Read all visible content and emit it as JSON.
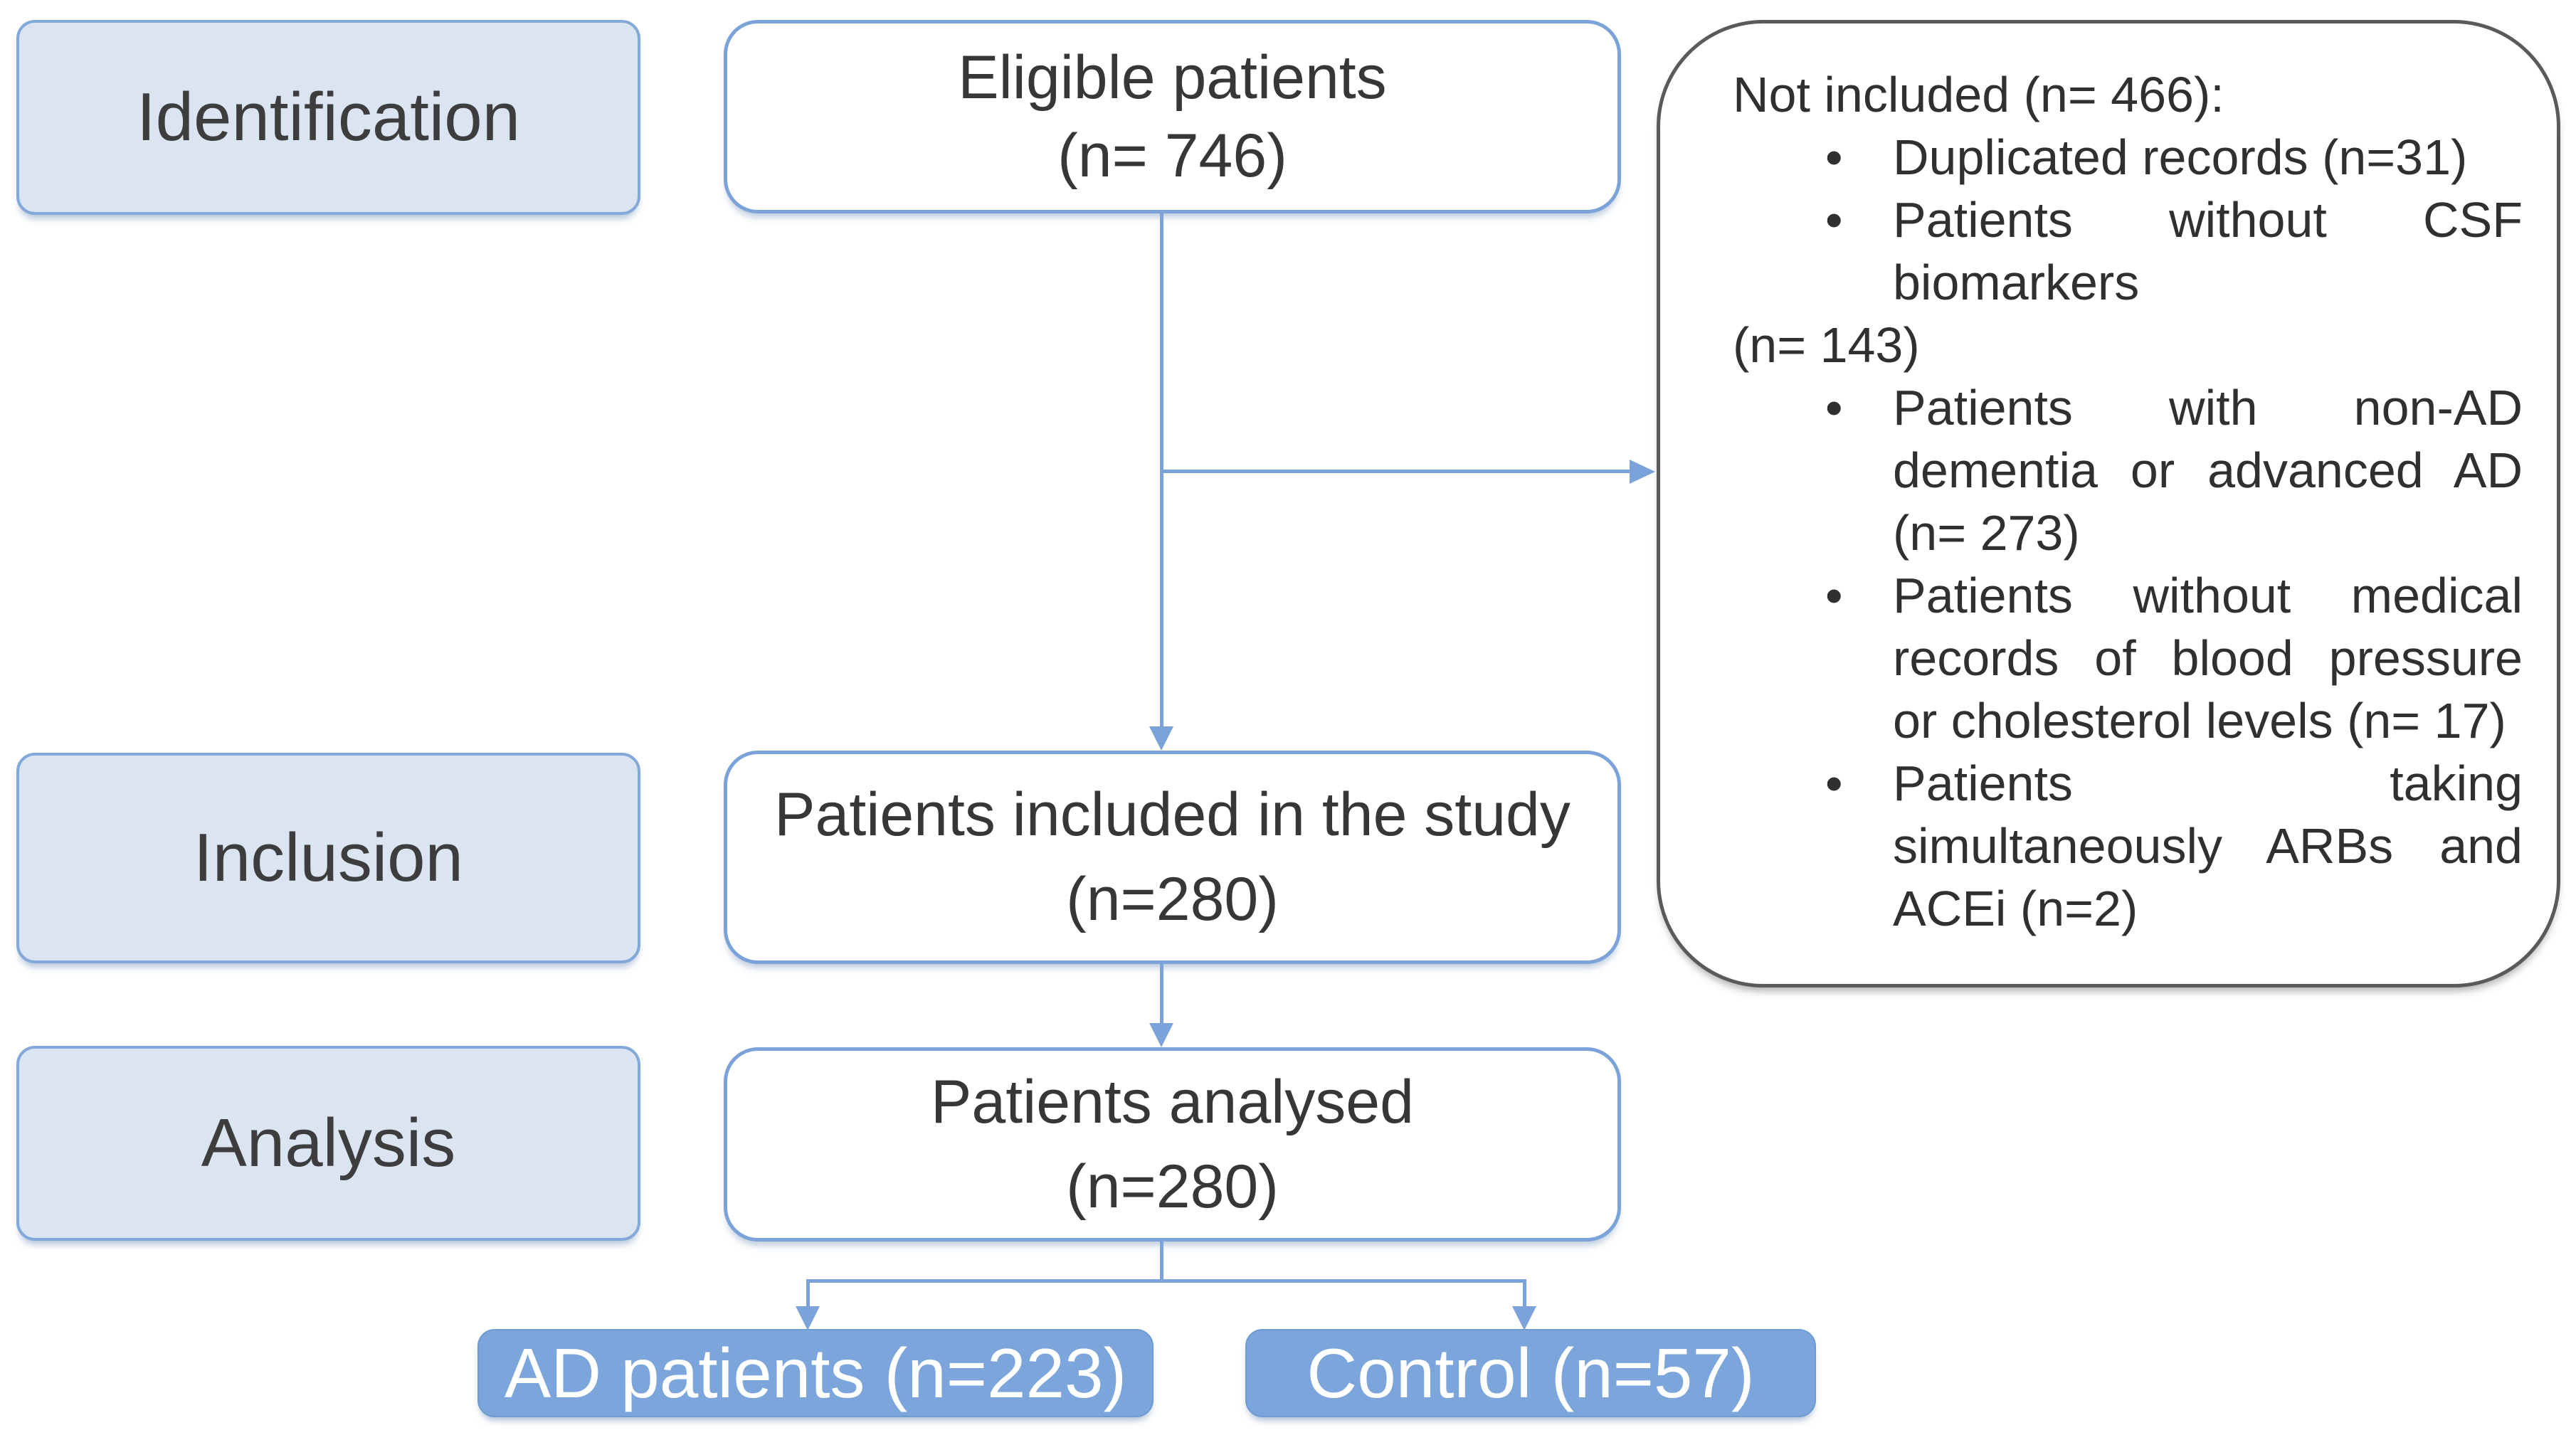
{
  "colors": {
    "connector_blue": "#7BA3D9",
    "stage_fill": "#DBE5F2",
    "stage_border": "#82A9DA",
    "node_border": "#7BA3D9",
    "end_box_fill": "#7CA6DB",
    "panel_border": "#5A5A5A",
    "text_dark": "#373737",
    "end_box_text": "#FFFFFF"
  },
  "stages": {
    "identification": "Identification",
    "inclusion": "Inclusion",
    "analysis": "Analysis"
  },
  "flow": {
    "eligible": {
      "title": "Eligible patients",
      "count": "(n= 746)"
    },
    "included": {
      "title": "Patients included in the study",
      "count": "(n=280)"
    },
    "analysed": {
      "title": "Patients analysed",
      "count": "(n=280)"
    },
    "ad_group": "AD patients (n=223)",
    "control_group": "Control (n=57)"
  },
  "exclusions": {
    "header": "Not included (n= 466):",
    "bullet_glyph": "•",
    "bullets": [
      {
        "lines": [
          "Duplicated records (n=31)"
        ]
      },
      {
        "lines": [
          "Patients without CSF",
          "biomarkers"
        ]
      },
      {
        "lines": [
          "Patients with non-AD",
          "dementia or advanced AD",
          "(n= 273)"
        ]
      },
      {
        "lines": [
          "Patients without medical",
          "records of blood pressure",
          "or cholesterol levels (n= 17)"
        ]
      },
      {
        "lines": [
          "Patients taking",
          "simultaneously ARBs and",
          "ACEi (n=2)"
        ]
      }
    ],
    "stray_line": "(n= 143)"
  }
}
